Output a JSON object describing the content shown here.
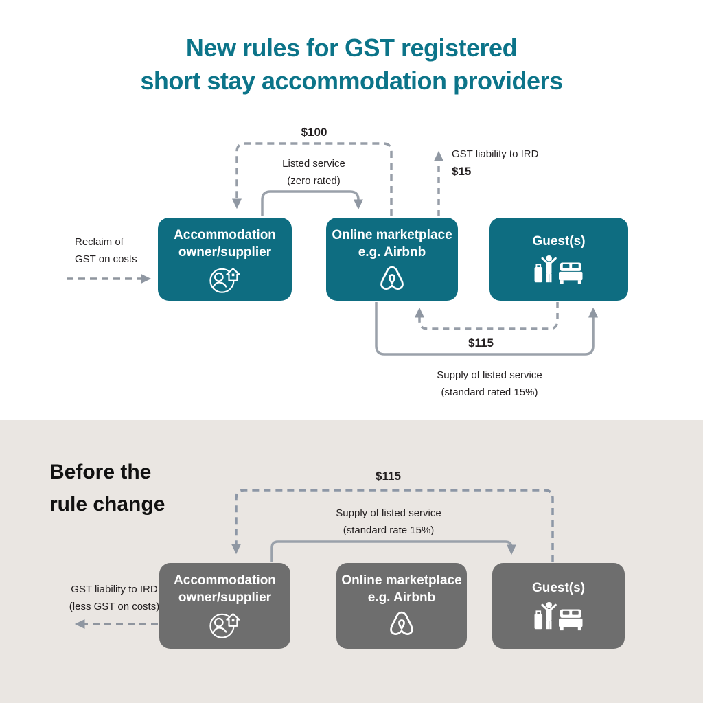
{
  "title": {
    "line1": "New rules for GST registered",
    "line2": "short stay accommodation providers"
  },
  "colors": {
    "teal_box": "#0e6d81",
    "teal_title": "#0c7489",
    "gray_box": "#6e6e6e",
    "panel_background": "#eae6e2",
    "arrow_gray": "#979ea8",
    "text_dark": "#231f20"
  },
  "new_rules": {
    "labels": {
      "payment_marketplace_to_owner": "$100",
      "listed_service_line1": "Listed service",
      "listed_service_line2": "(zero rated)",
      "gst_liability_line1": "GST liability to IRD",
      "gst_liability_amount": "$15",
      "reclaim_line1": "Reclaim of",
      "reclaim_line2": "GST on costs",
      "payment_guest_to_marketplace": "$115",
      "supply_line1": "Supply of listed service",
      "supply_line2": "(standard rated 15%)"
    },
    "boxes": [
      {
        "line1": "Accommodation",
        "line2": "owner/supplier",
        "icon": "owner-house-icon"
      },
      {
        "line1": "Online marketplace",
        "line2": "e.g. Airbnb",
        "icon": "airbnb-belo-icon"
      },
      {
        "line1": "Guest(s)",
        "icon": "guest-luggage-bed-icon"
      }
    ]
  },
  "before_rules": {
    "heading_line1": "Before the",
    "heading_line2": "rule change",
    "labels": {
      "payment_guest_to_owner": "$115",
      "supply_line1": "Supply of listed service",
      "supply_line2": "(standard rate 15%)",
      "gst_liability_line1": "GST liability to IRD",
      "gst_liability_line2": "(less GST on costs)"
    },
    "boxes": [
      {
        "line1": "Accommodation",
        "line2": "owner/supplier",
        "icon": "owner-house-icon"
      },
      {
        "line1": "Online marketplace",
        "line2": "e.g. Airbnb",
        "icon": "airbnb-belo-icon"
      },
      {
        "line1": "Guest(s)",
        "icon": "guest-luggage-bed-icon"
      }
    ]
  }
}
